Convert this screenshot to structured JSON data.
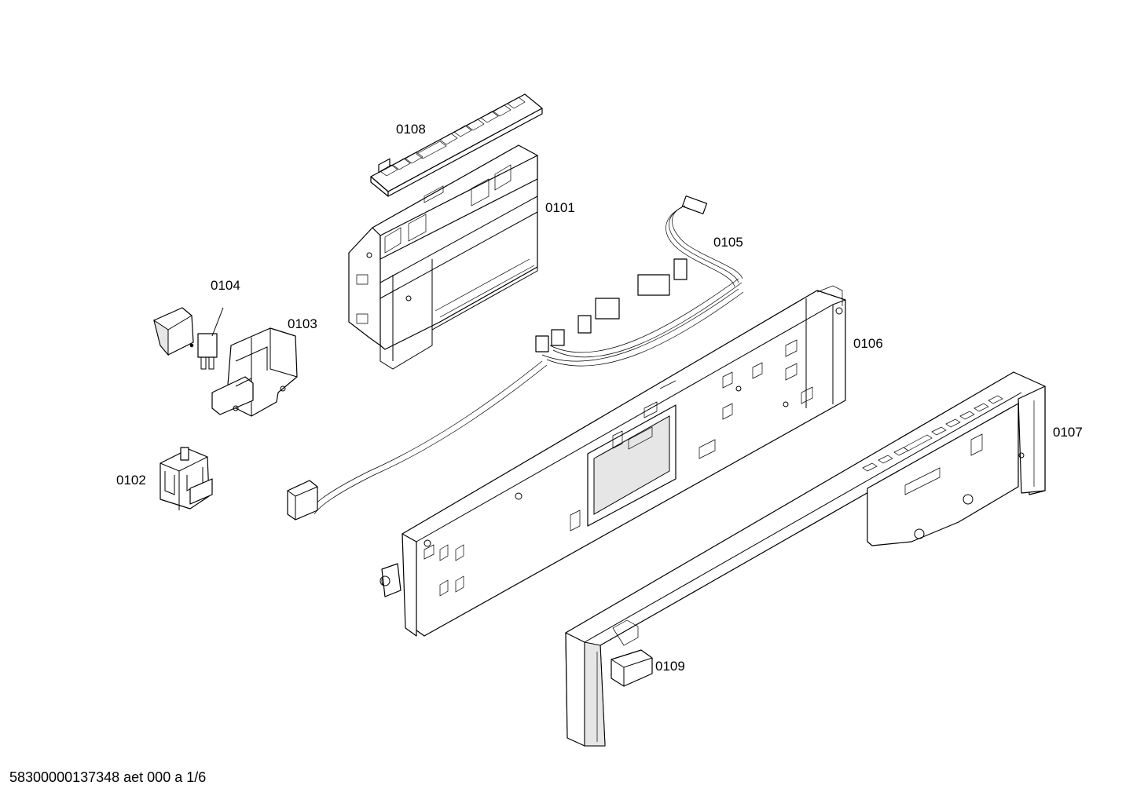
{
  "callouts": {
    "p0101": "0101",
    "p0102": "0102",
    "p0103": "0103",
    "p0104": "0104",
    "p0105": "0105",
    "p0106": "0106",
    "p0107": "0107",
    "p0108": "0108",
    "p0109": "0109"
  },
  "footer": {
    "text": "58300000137348 aet 000 a 1/6"
  }
}
